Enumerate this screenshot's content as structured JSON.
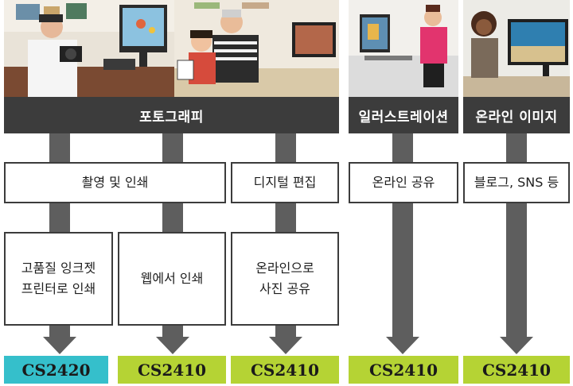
{
  "categories": {
    "photography": "포토그래피",
    "illustration": "일러스트레이션",
    "online_image": "온라인 이미지"
  },
  "uses": {
    "shooting_print": "촬영 및 인쇄",
    "digital_edit": "디지털 편집",
    "online_share": "온라인 공유",
    "blog_sns": "블로그, SNS 등"
  },
  "outputs": {
    "inkjet_line1": "고품질 잉크젯",
    "inkjet_line2": "프린터로 인쇄",
    "web_print": "웹에서 인쇄",
    "photo_share_line1": "온라인으로",
    "photo_share_line2": "사진 공유"
  },
  "models": [
    "CS2420",
    "CS2410",
    "CS2410",
    "CS2410",
    "CS2410"
  ],
  "colors": {
    "dark_bar": "#3c3c3c",
    "arrow": "#5e5e5e",
    "model_teal": "#35bfcb",
    "model_green": "#b5d334"
  }
}
